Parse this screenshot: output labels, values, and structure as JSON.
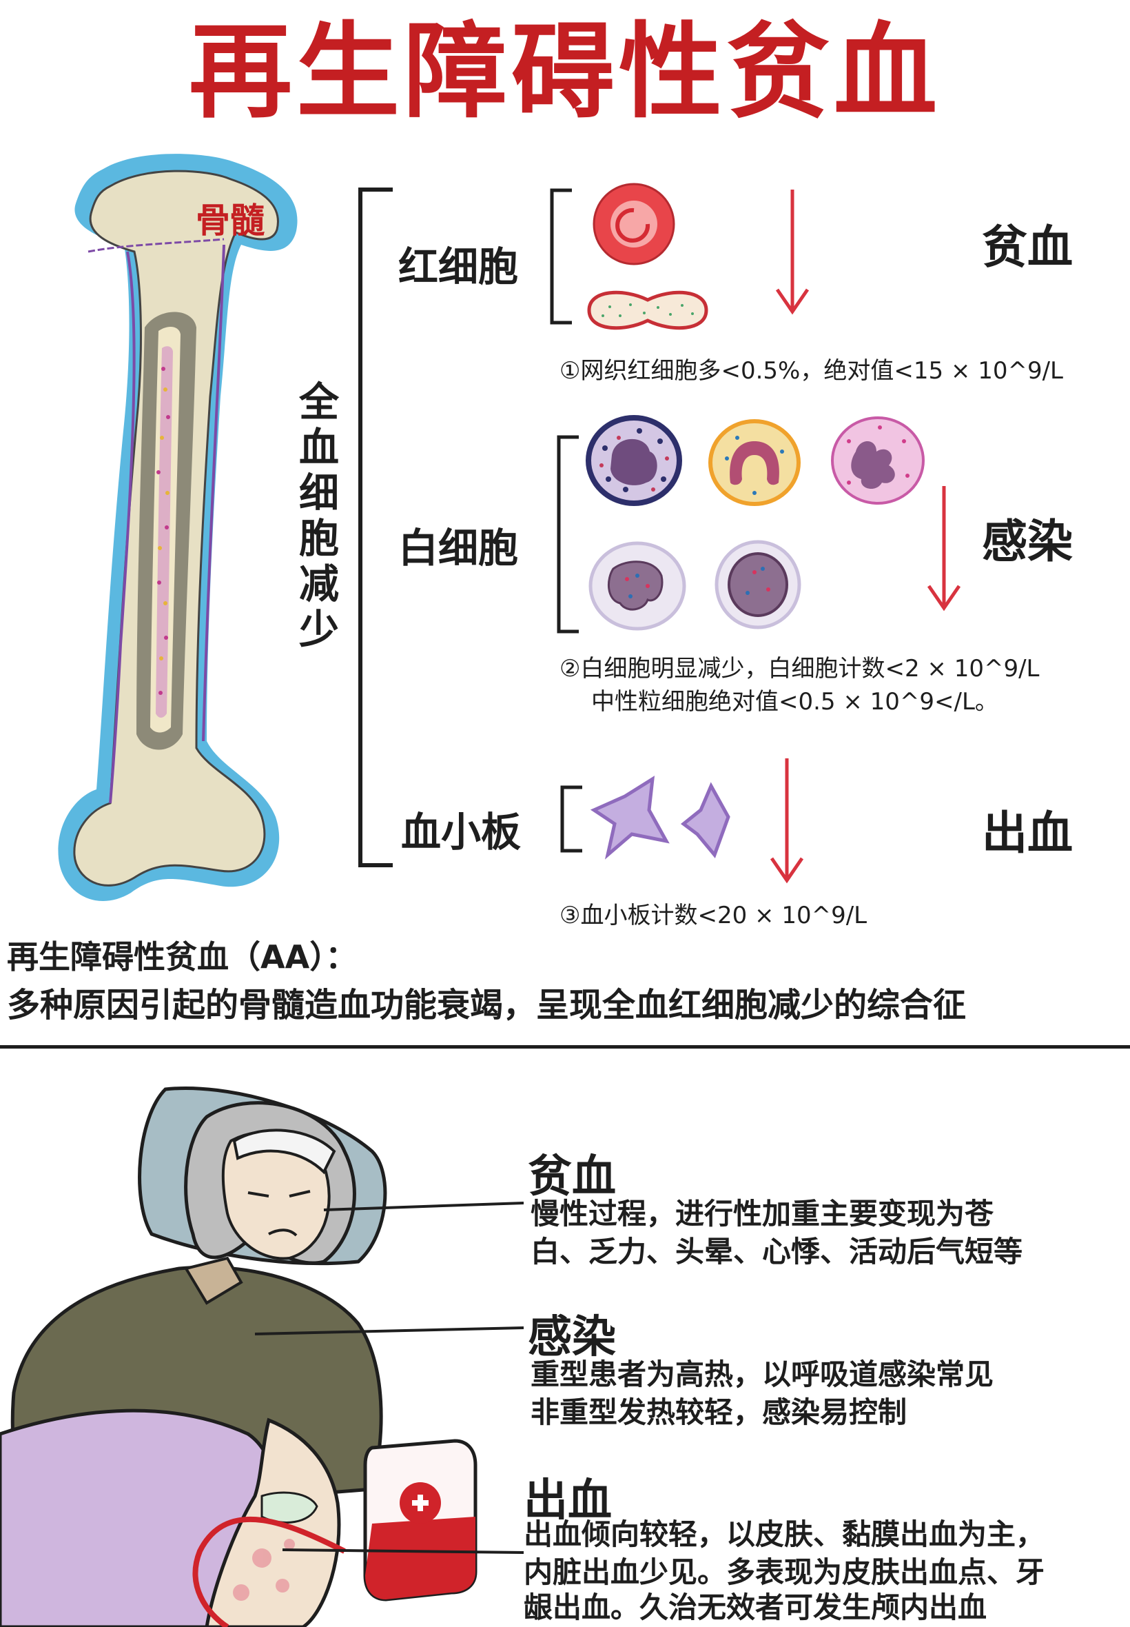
{
  "title": "再生障碍性贫血",
  "bone": {
    "marrow_label": "骨髓"
  },
  "pancytopenia_label": "全血细胞减少",
  "cells": [
    {
      "label": "红细胞",
      "effect": "贫血",
      "note_lines": [
        "①网织红细胞多<0.5%，绝对值<15 × 10^9/L"
      ]
    },
    {
      "label": "白细胞",
      "effect": "感染",
      "note_lines": [
        "②白细胞明显减少，白细胞计数<2 × 10^9/L",
        "中性粒细胞绝对值<0.5 × 10^9</L。"
      ]
    },
    {
      "label": "血小板",
      "effect": "出血",
      "note_lines": [
        "③血小板计数<20 × 10^9/L"
      ]
    }
  ],
  "definition": {
    "term": "再生障碍性贫血（AA）：",
    "text": "多种原因引起的骨髓造血功能衰竭，呈现全血红细胞减少的综合征"
  },
  "symptoms": [
    {
      "title": "贫血",
      "lines": [
        "慢性过程，进行性加重主要变现为苍",
        "白、乏力、头晕、心悸、活动后气短等"
      ]
    },
    {
      "title": "感染",
      "lines": [
        "重型患者为高热，以呼吸道感染常见",
        "非重型发热较轻，感染易控制"
      ]
    },
    {
      "title": "出血",
      "lines": [
        "出血倾向较轻，以皮肤、黏膜出血为主，",
        "内脏出血少见。多表现为皮肤出血点、牙",
        "龈出血。久治无效者可发生颅内出血"
      ]
    }
  ],
  "colors": {
    "title": "#c41f22",
    "arrow": "#d8333f",
    "bone_outline": "#5bb8e0",
    "bone_fill": "#e7e0c4",
    "marrow": "#b9a6cf"
  }
}
